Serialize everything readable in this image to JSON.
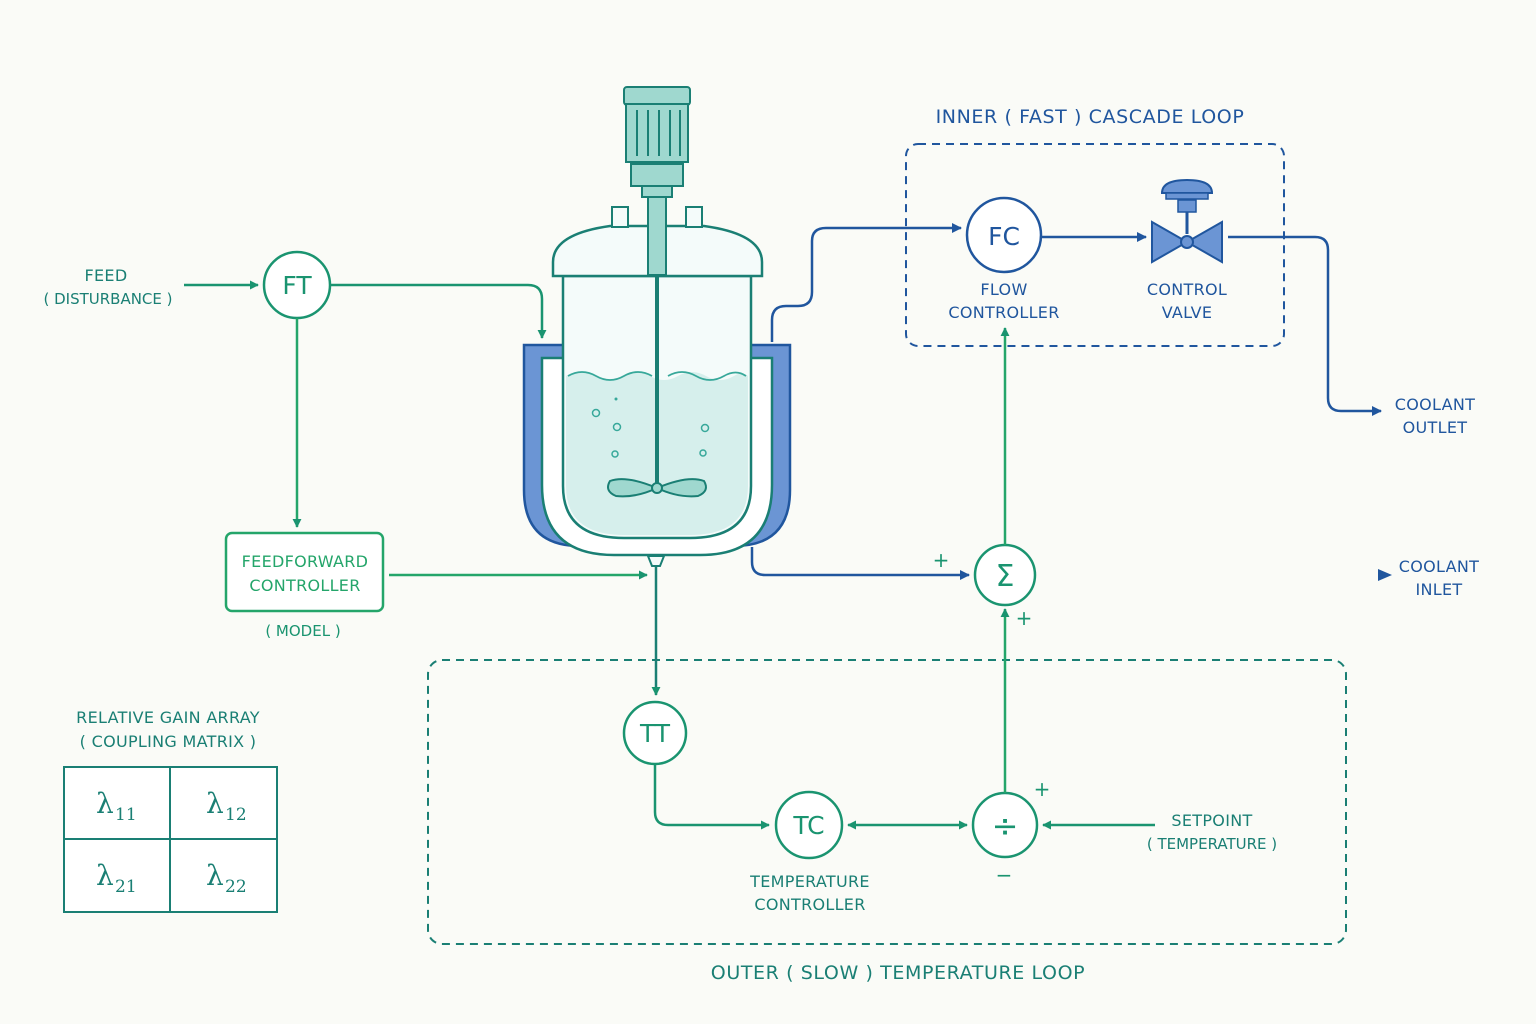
{
  "colors": {
    "green": "#1a9470",
    "bright_green": "#24a56a",
    "blue": "#20569e",
    "jacket_blue": "#6b95d4",
    "liquid": "#d6efec",
    "background": "#fafbf7"
  },
  "titles": {
    "inner_loop": "INNER ( FAST ) CASCADE LOOP",
    "outer_loop": "OUTER ( SLOW ) TEMPERATURE LOOP"
  },
  "feed": {
    "line1": "FEED",
    "line2": "( DISTURBANCE )"
  },
  "instruments": {
    "ft": "FT",
    "fc": "FC",
    "tt": "TT",
    "tc": "TC",
    "sum_symbol": "Σ",
    "compare_symbol": "÷"
  },
  "labels": {
    "fc_line1": "FLOW",
    "fc_line2": "CONTROLLER",
    "valve_line1": "CONTROL",
    "valve_line2": "VALVE",
    "coolant_outlet_line1": "COOLANT",
    "coolant_outlet_line2": "OUTLET",
    "coolant_inlet_line1": "COOLANT",
    "coolant_inlet_line2": "INLET",
    "tc_line1": "TEMPERATURE",
    "tc_line2": "CONTROLLER",
    "setpoint_line1": "SETPOINT",
    "setpoint_line2": "( TEMPERATURE )"
  },
  "feedforward": {
    "line1": "FEEDFORWARD",
    "line2": "CONTROLLER",
    "note": "( MODEL )"
  },
  "signs": {
    "sum_top": "+",
    "sum_bottom": "+",
    "cmp_top": "+",
    "cmp_bottom": "−"
  },
  "rga": {
    "title_line1": "RELATIVE GAIN ARRAY",
    "title_line2": "( COUPLING MATRIX )",
    "cells": [
      {
        "symbol": "λ",
        "sub": "11"
      },
      {
        "symbol": "λ",
        "sub": "12"
      },
      {
        "symbol": "λ",
        "sub": "21"
      },
      {
        "symbol": "λ",
        "sub": "22"
      }
    ]
  },
  "icons": [
    "motor-icon",
    "agitator-icon",
    "reactor-vessel-icon",
    "cooling-jacket-icon",
    "control-valve-icon",
    "arrow-icon"
  ]
}
